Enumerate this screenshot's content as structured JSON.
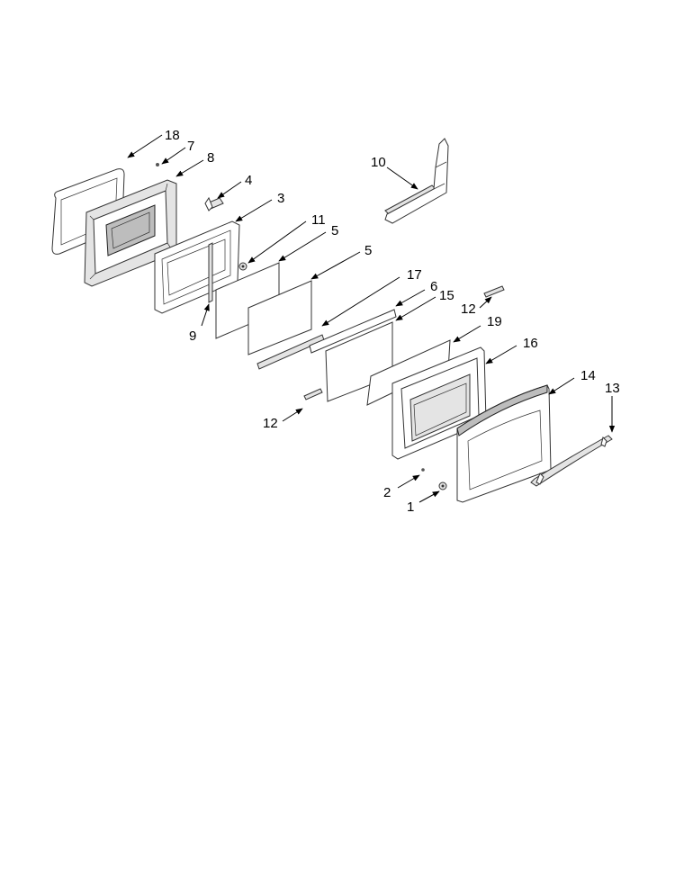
{
  "diagram": {
    "callouts": {
      "c18": "18",
      "c7": "7",
      "c8": "8",
      "c4": "4",
      "c3": "3",
      "c11": "11",
      "c5a": "5",
      "c5b": "5",
      "c9": "9",
      "c10": "10",
      "c17": "17",
      "c6": "6",
      "c15": "15",
      "c12a": "12",
      "c12b": "12",
      "c19": "19",
      "c16": "16",
      "c14": "14",
      "c13": "13",
      "c2": "2",
      "c1": "1"
    }
  }
}
